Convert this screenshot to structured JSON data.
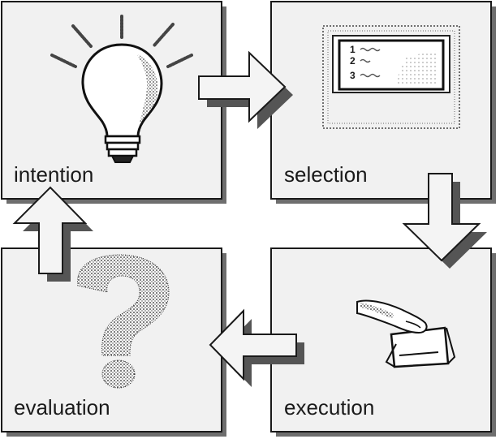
{
  "diagram": {
    "boxes": [
      {
        "id": "intention",
        "label": "intention",
        "icon": "lightbulb-icon"
      },
      {
        "id": "selection",
        "label": "selection",
        "icon": "menu-screen-icon"
      },
      {
        "id": "execution",
        "label": "execution",
        "icon": "hand-mouse-icon"
      },
      {
        "id": "evaluation",
        "label": "evaluation",
        "icon": "question-mark-icon"
      }
    ],
    "flow": [
      "intention",
      "selection",
      "execution",
      "evaluation",
      "intention"
    ],
    "menu": {
      "items": [
        "1",
        "2",
        "3"
      ]
    },
    "colors": {
      "box_fill": "#f1f1f1",
      "box_shadow": "#6e6e6e",
      "outline": "#1a1a1a",
      "arrow_fill": "#f4f4f4"
    }
  }
}
